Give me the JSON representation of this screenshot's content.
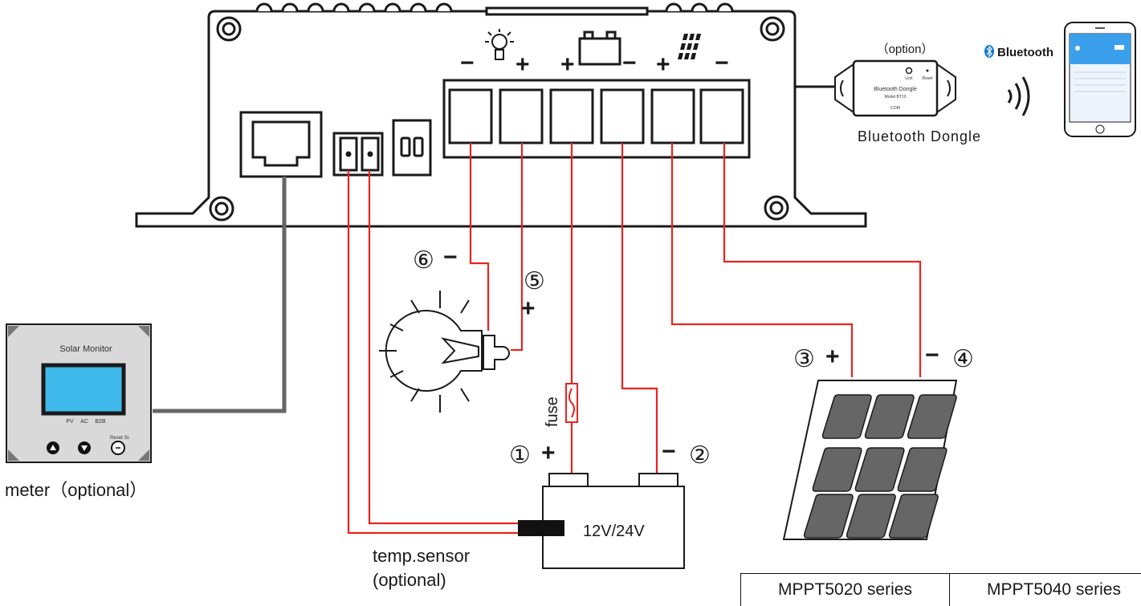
{
  "labels": {
    "meter_title": "Solar Monitor",
    "meter_ports": [
      "PV",
      "AC",
      "B2B"
    ],
    "meter_reset": "Reset 3s",
    "meter_caption": "meter（optional）",
    "temp_sensor_line1": "temp.sensor",
    "temp_sensor_line2": "(optional)",
    "battery_voltage": "12V/24V",
    "fuse": "fuse",
    "dongle_option": "（option）",
    "dongle_name": "Bluetooth Dongle",
    "dongle_model_line1": "Bluetooth Dongle",
    "dongle_model_line2": "Model BT10",
    "dongle_com": "COM",
    "dongle_link": "Link",
    "dongle_reset": "Reset",
    "bluetooth_brand": "Bluetooth",
    "terminal_signs": [
      "−",
      "+",
      "+",
      "−",
      "+",
      "−"
    ]
  },
  "wiring_steps": [
    {
      "number": "①",
      "sign": "+"
    },
    {
      "number": "②",
      "sign": "−"
    },
    {
      "number": "③",
      "sign": "+"
    },
    {
      "number": "④",
      "sign": "−"
    },
    {
      "number": "⑤",
      "sign": "+"
    },
    {
      "number": "⑥",
      "sign": "−"
    }
  ],
  "series_table": {
    "columns": [
      "MPPT5020 series",
      "MPPT5040 series"
    ]
  },
  "colors": {
    "wire": "#e8231f",
    "outline": "#1a1a1a",
    "meter_cable": "#666666",
    "meter_screen": "#3fb9ea",
    "bluetooth_blue": "#1477d4",
    "panel_cell": "#666666"
  }
}
